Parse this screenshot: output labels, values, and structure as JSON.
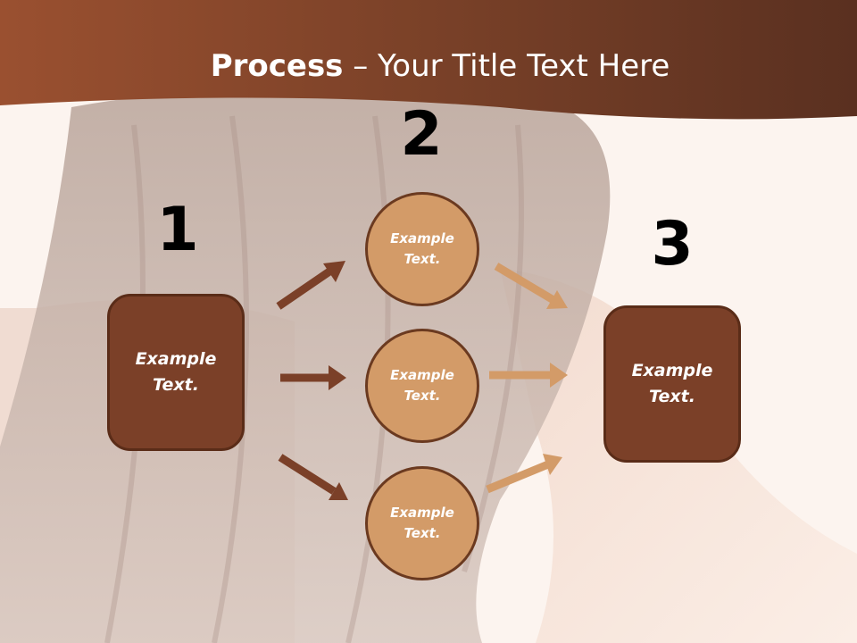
{
  "title": {
    "bold": "Process",
    "rest": " – Your Title Text Here"
  },
  "steps": [
    "1",
    "2",
    "3"
  ],
  "start_box": {
    "line1": "Example",
    "line2": "Text."
  },
  "end_box": {
    "line1": "Example",
    "line2": "Text."
  },
  "middle_circles": [
    {
      "line1": "Example",
      "line2": "Text."
    },
    {
      "line1": "Example",
      "line2": "Text."
    },
    {
      "line1": "Example",
      "line2": "Text."
    }
  ],
  "colors": {
    "header": "#7a4128",
    "box": "#7b4028",
    "circle": "#d39b68",
    "arrow_dark": "#7b4028",
    "arrow_light": "#d39b68"
  }
}
